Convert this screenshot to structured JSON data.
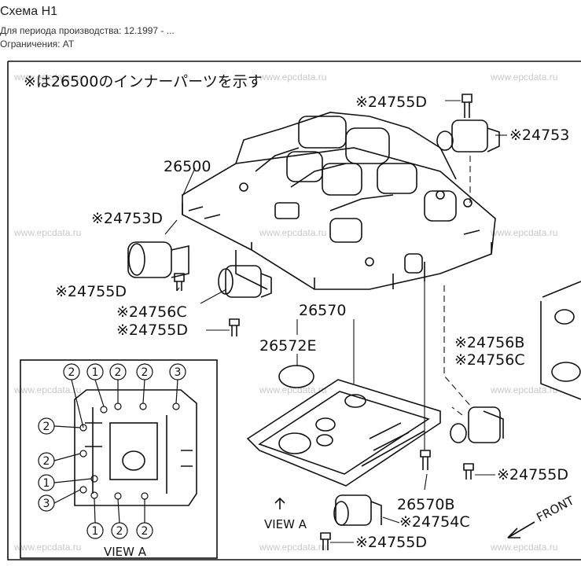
{
  "header": {
    "title": "Схема H1",
    "period": "Для периода производства: 12.1997 - ...",
    "restrictions": "Ограничения: AT"
  },
  "diagram": {
    "note": "※は26500のインナーパーツを示す",
    "watermark": "www.epcdata.ru",
    "view_label": "VIEW A",
    "front_label": "FRONT",
    "parts": {
      "p24755d_top": "※24755D",
      "p24753_top": "※24753",
      "p26500": "26500",
      "p24753d": "※24753D",
      "p24755d_left": "※24755D",
      "p24756c_left": "※24756C",
      "p24755d_left2": "※24755D",
      "p26570": "26570",
      "p26572e": "26572E",
      "p24756b": "※24756B",
      "p24756c_right": "※24756C",
      "p24755d_right": "※24755D",
      "p26570b": "26570B",
      "p24754c": "※24754C",
      "p24755d_bottom": "※24755D"
    },
    "callouts": {
      "top": [
        "2",
        "1",
        "2",
        "2",
        "3"
      ],
      "left": [
        "2",
        "2",
        "1",
        "3"
      ],
      "bottom": [
        "1",
        "2",
        "2"
      ]
    }
  }
}
